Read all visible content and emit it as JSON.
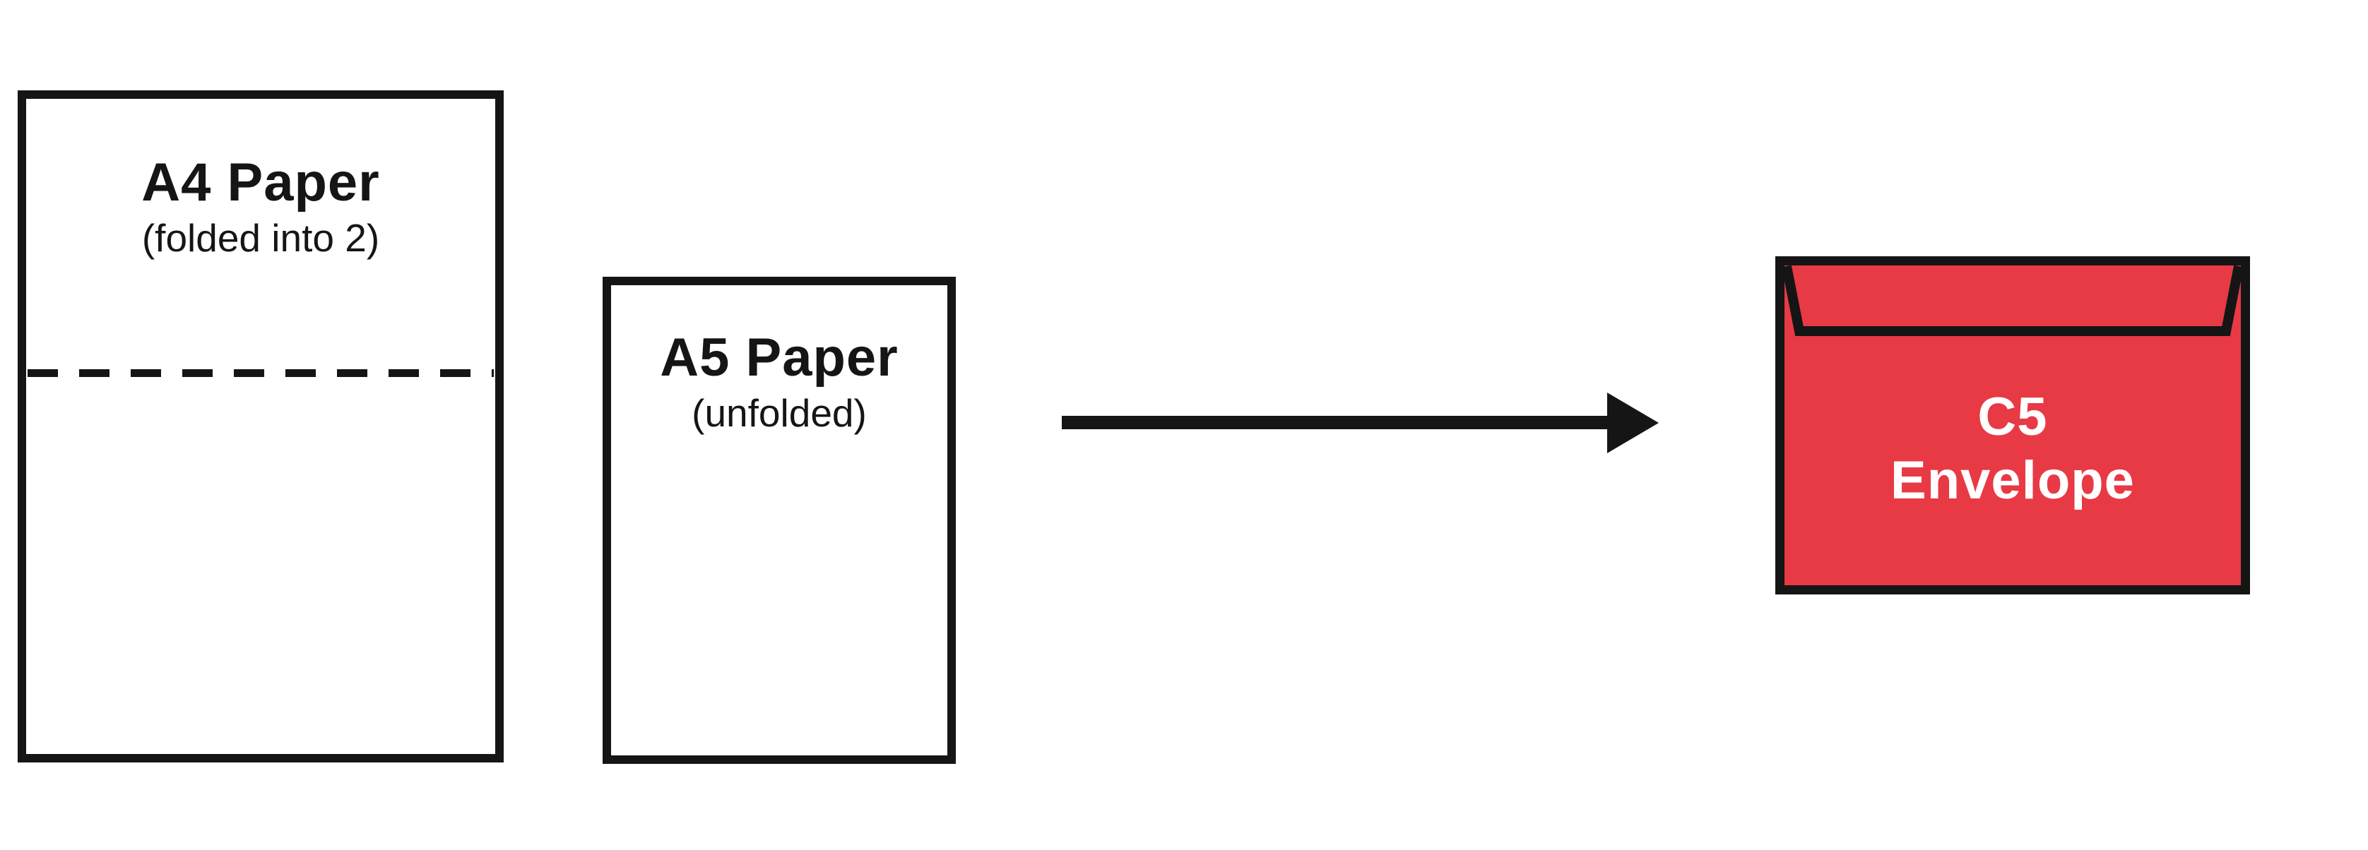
{
  "diagram": {
    "a4": {
      "title": "A4 Paper",
      "subtitle": "(folded into 2)"
    },
    "a5": {
      "title": "A5 Paper",
      "subtitle": "(unfolded)"
    },
    "arrow": {
      "icon": "right-arrow"
    },
    "envelope": {
      "line1": "C5",
      "line2": "Envelope"
    }
  },
  "colors": {
    "envelope_red": "#e83a45",
    "ink": "#151515",
    "text_on_red": "#ffffff",
    "paper_white": "#ffffff",
    "page_background": "#ffffff"
  }
}
